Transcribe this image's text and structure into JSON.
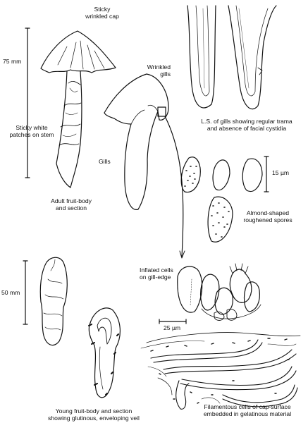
{
  "labels": {
    "cap": [
      "Sticky",
      "wrinkled cap"
    ],
    "scale_75": "75 mm",
    "stem_patches": [
      "Sticky white",
      "patches on stem"
    ],
    "adult": [
      "Adult fruit-body",
      "and section"
    ],
    "wrinkled_gills": [
      "Wrinkled",
      "gills"
    ],
    "gills": "Gills",
    "gill_ls": [
      "L.S. of gills showing regular trama",
      "and absence of facial cystidia"
    ],
    "scale_15": "15 µm",
    "spores": [
      "Almond-shaped",
      "roughened spores"
    ],
    "inflated": [
      "Inflated cells",
      "on gill-edge"
    ],
    "scale_50": "50 mm",
    "scale_25": "25 µm",
    "filamentous": [
      "Filamentous cells of cap-surface",
      "embedded in gelatinous material"
    ],
    "young": [
      "Young fruit-body and section",
      "showing glutinous, enveloping veil"
    ]
  }
}
